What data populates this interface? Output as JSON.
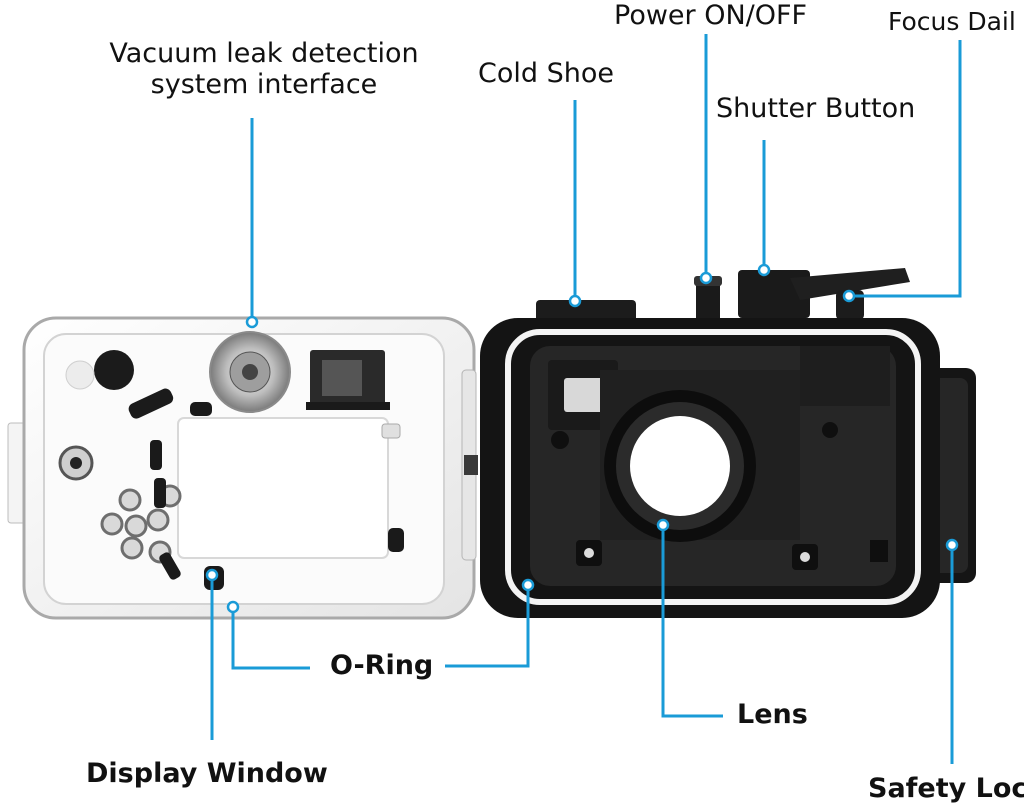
{
  "diagram": {
    "colors": {
      "leader": "#1a9bd7",
      "housing_dark": "#141414",
      "housing_clear": "#f2f2f2",
      "background": "#ffffff"
    },
    "labels": {
      "vacuum_leak_line1": "Vacuum leak detection",
      "vacuum_leak_line2": "system interface",
      "cold_shoe": "Cold  Shoe",
      "power": "Power ON/OFF",
      "shutter": "Shutter Button",
      "focus_dial": "Focus Dail",
      "o_ring": "O-Ring",
      "lens": "Lens",
      "display_window": "Display Window",
      "safety_lock": "Safety Lock"
    }
  }
}
